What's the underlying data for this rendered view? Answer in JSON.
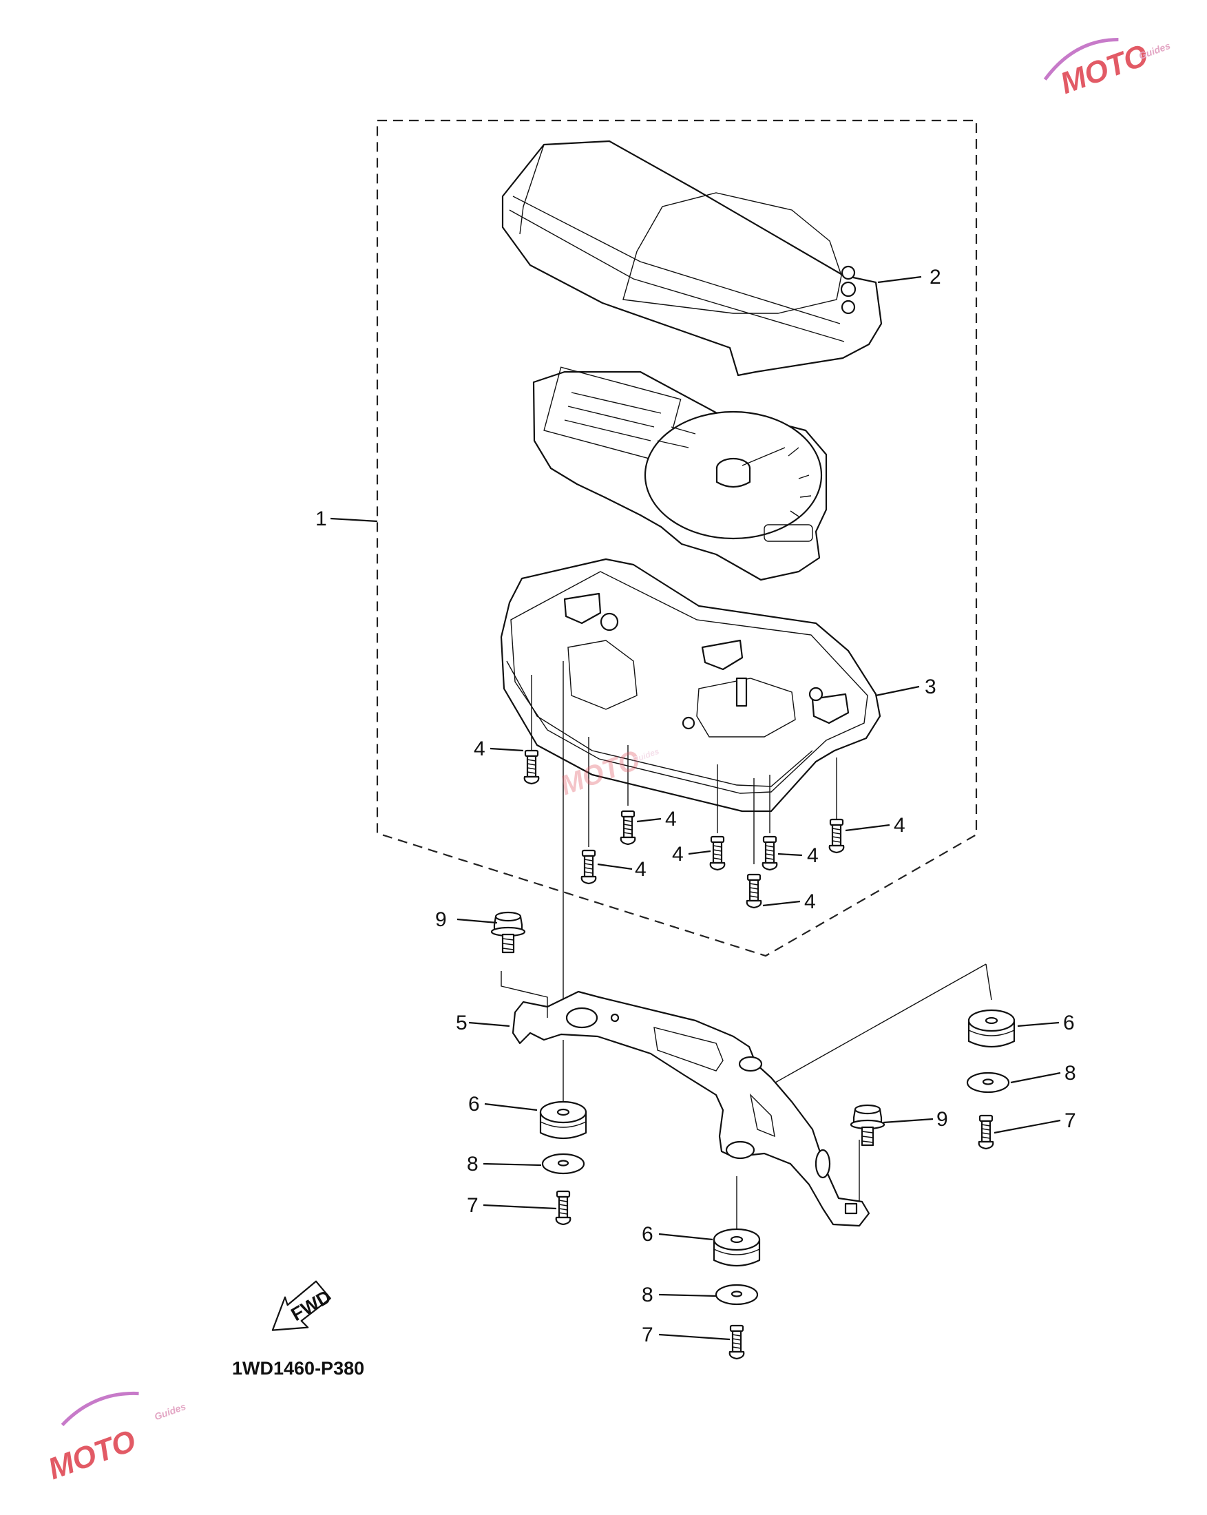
{
  "diagram": {
    "diagram_code": "1WD1460-P380",
    "fwd_label": "FWD",
    "watermark": {
      "brand": "MOTO",
      "sub": "Guides"
    },
    "callouts": [
      {
        "id": "c1",
        "number": "1"
      },
      {
        "id": "c2",
        "number": "2"
      },
      {
        "id": "c3",
        "number": "3"
      },
      {
        "id": "c4a",
        "number": "4"
      },
      {
        "id": "c4b",
        "number": "4"
      },
      {
        "id": "c4c",
        "number": "4"
      },
      {
        "id": "c4d",
        "number": "4"
      },
      {
        "id": "c4e",
        "number": "4"
      },
      {
        "id": "c4f",
        "number": "4"
      },
      {
        "id": "c4g",
        "number": "4"
      },
      {
        "id": "c5",
        "number": "5"
      },
      {
        "id": "c6a",
        "number": "6"
      },
      {
        "id": "c6b",
        "number": "6"
      },
      {
        "id": "c6c",
        "number": "6"
      },
      {
        "id": "c7a",
        "number": "7"
      },
      {
        "id": "c7b",
        "number": "7"
      },
      {
        "id": "c7c",
        "number": "7"
      },
      {
        "id": "c8a",
        "number": "8"
      },
      {
        "id": "c8b",
        "number": "8"
      },
      {
        "id": "c8c",
        "number": "8"
      },
      {
        "id": "c9a",
        "number": "9"
      },
      {
        "id": "c9b",
        "number": "9"
      }
    ]
  }
}
